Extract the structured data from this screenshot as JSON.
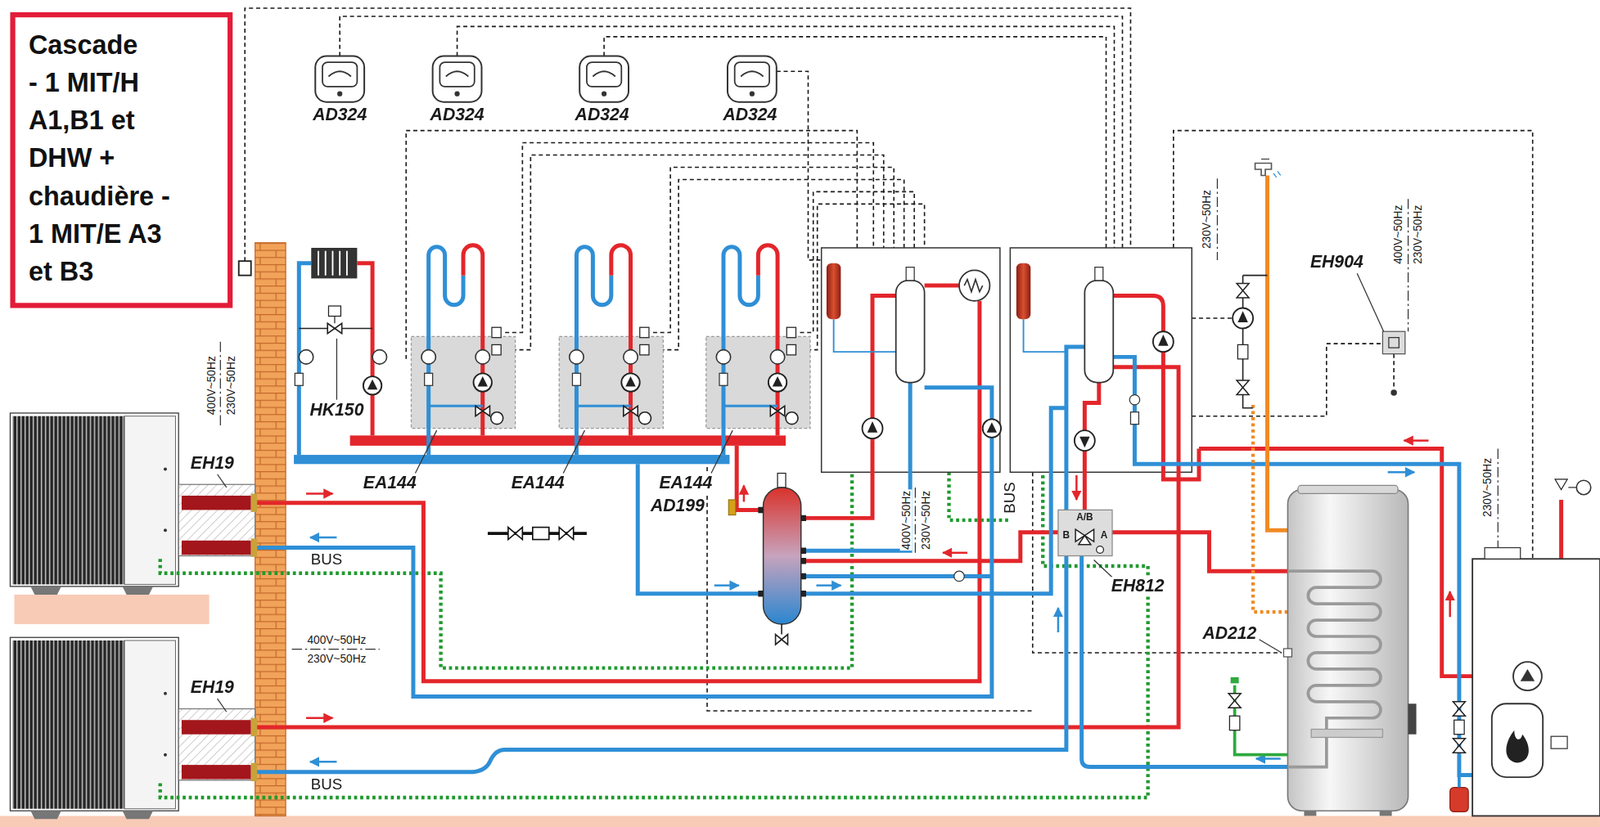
{
  "diagram": {
    "nodes": [
      {
        "text": [
          "Cascade",
          "- 1 MIT/H A1,B1 et DHW + chaudière - 1 MIT/E A3 et B3"
        ]
      }
    ],
    "labels": [
      "AD324",
      "AD324",
      "AD324",
      "AD324",
      "HK150",
      "EH19",
      "EH19",
      "EA144",
      "EA144",
      "EA144",
      "AD199",
      "EH812",
      "AD212",
      "EH904",
      "BUS",
      "BUS",
      "BUS",
      "A/B",
      "B",
      "A",
      "400V~50Hz",
      "230V~50Hz",
      "400V~50Hz",
      "230V~50Hz",
      "400V~50Hz",
      "230V~50Hz",
      "230V~50Hz",
      "400V~50Hz",
      "230V~50Hz",
      "230V~50Hz"
    ]
  }
}
